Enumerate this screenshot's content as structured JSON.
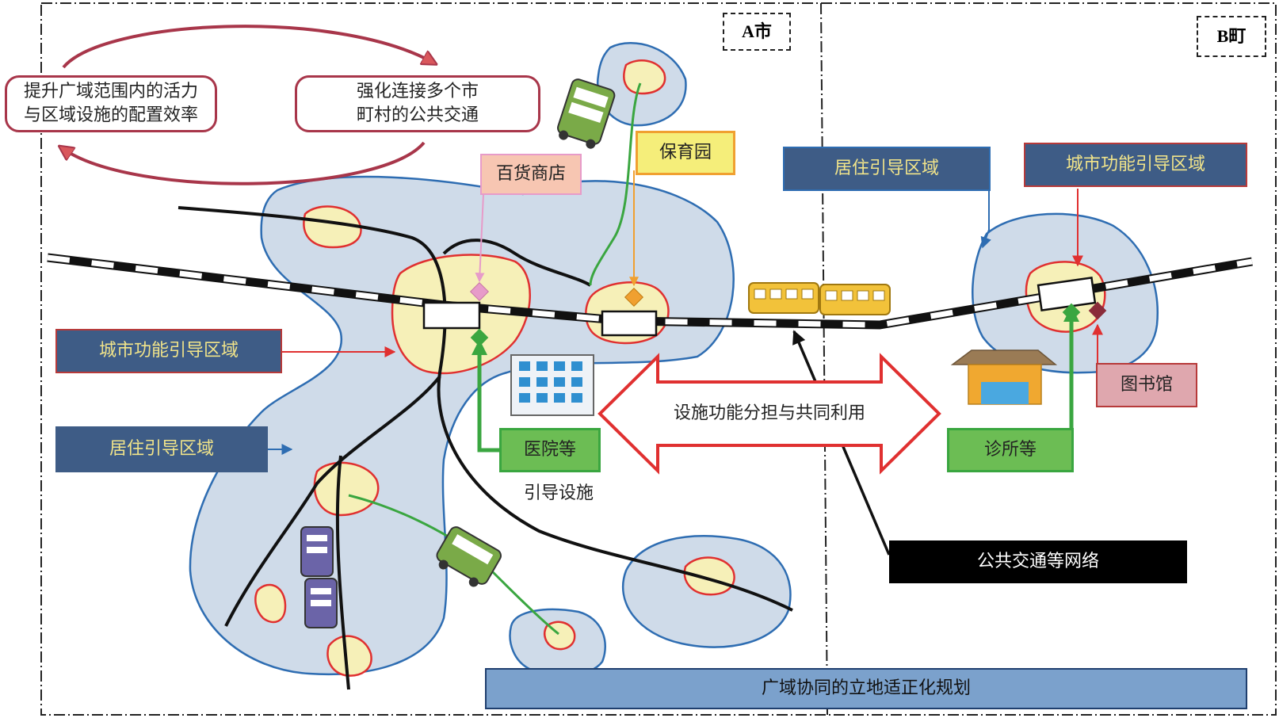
{
  "regions": {
    "a_city": "A市",
    "b_town": "B町"
  },
  "cycle": {
    "left_box": [
      "提升广域范围内的活力",
      "与区域设施的配置效率"
    ],
    "right_box": [
      "强化连接多个市",
      "町村的公共交通"
    ]
  },
  "facilities": {
    "department_store": "百货商店",
    "nursery": "保育园",
    "hospital": "医院等",
    "clinic": "诊所等",
    "library": "图书馆",
    "guided_facilities": "引导设施"
  },
  "zones": {
    "a_urban_function": "城市功能引导区域",
    "a_residential": "居住引导区域",
    "b_residential": "居住引导区域",
    "b_urban_function": "城市功能引导区域"
  },
  "sharing_arrow": "设施功能分担与共同利用",
  "network_label": "公共交通等网络",
  "footer": "广域协同的立地适正化规划",
  "colors": {
    "zone_fill": "#cfdbe9",
    "zone_stroke": "#2e6db2",
    "core_fill": "#f6f0b8",
    "core_stroke": "#e03030",
    "navy": "#3e5c86",
    "label_yellow": "#f1e48a",
    "green": "#3aa640",
    "orange": "#f0a030",
    "pink": "#e79bc9"
  }
}
